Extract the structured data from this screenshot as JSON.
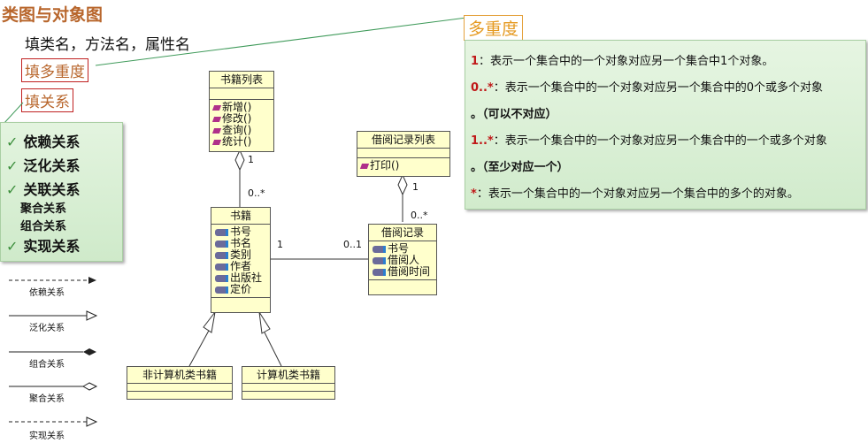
{
  "title": "类图与对象图",
  "subtitle": "填类名，方法名，属性名",
  "fill_multiplicity": "填多重度",
  "fill_relation": "填关系",
  "relations": [
    {
      "label": "依赖关系",
      "checked": true
    },
    {
      "label": "泛化关系",
      "checked": true
    },
    {
      "label": "关联关系",
      "checked": true
    },
    {
      "label": "聚合关系",
      "checked": false
    },
    {
      "label": "组合关系",
      "checked": false
    },
    {
      "label": "实现关系",
      "checked": true
    }
  ],
  "legend": [
    "依赖关系",
    "泛化关系",
    "组合关系",
    "聚合关系",
    "实现关系"
  ],
  "multiplicity": {
    "title": "多重度",
    "lines": [
      {
        "key": "1",
        "text": "：表示一个集合中的一个对象对应另一个集合中1个对象。"
      },
      {
        "key": "0..*",
        "text": "：表示一个集合中的一个对象对应另一个集合中的0个或多个对象"
      },
      {
        "key": "",
        "text": "。（可以不对应）"
      },
      {
        "key": "1..*",
        "text": "：表示一个集合中的一个对象对应另一个集合中的一个或多个对象"
      },
      {
        "key": "",
        "text": "。（至少对应一个）"
      },
      {
        "key": "*",
        "text": "：表示一个集合中的一个对象对应另一个集合中的多个的对象。"
      }
    ]
  },
  "classes": {
    "book_list": {
      "name": "书籍列表",
      "ops": [
        "新增()",
        "修改()",
        "查询()",
        "统计()"
      ]
    },
    "borrow_list": {
      "name": "借阅记录列表",
      "ops": [
        "打印()"
      ]
    },
    "book": {
      "name": "书籍",
      "attrs": [
        "书号",
        "书名",
        "类别",
        "作者",
        "出版社",
        "定价"
      ]
    },
    "borrow": {
      "name": "借阅记录",
      "attrs": [
        "书号",
        "借阅人",
        "借阅时间"
      ]
    },
    "non_cs_book": {
      "name": "非计算机类书籍"
    },
    "cs_book": {
      "name": "计算机类书籍"
    }
  },
  "multiplicities": {
    "list_book_top": "1",
    "list_book_bottom": "0..*",
    "blist_borrow_top": "1",
    "blist_borrow_bottom": "0..*",
    "book_assoc": "1",
    "borrow_assoc": "0..1"
  },
  "colors": {
    "title": "#b8662c",
    "accent": "#e59a22",
    "panel": "#d1ebcc",
    "class_fill": "#ffffcc",
    "key": "#c01818"
  }
}
